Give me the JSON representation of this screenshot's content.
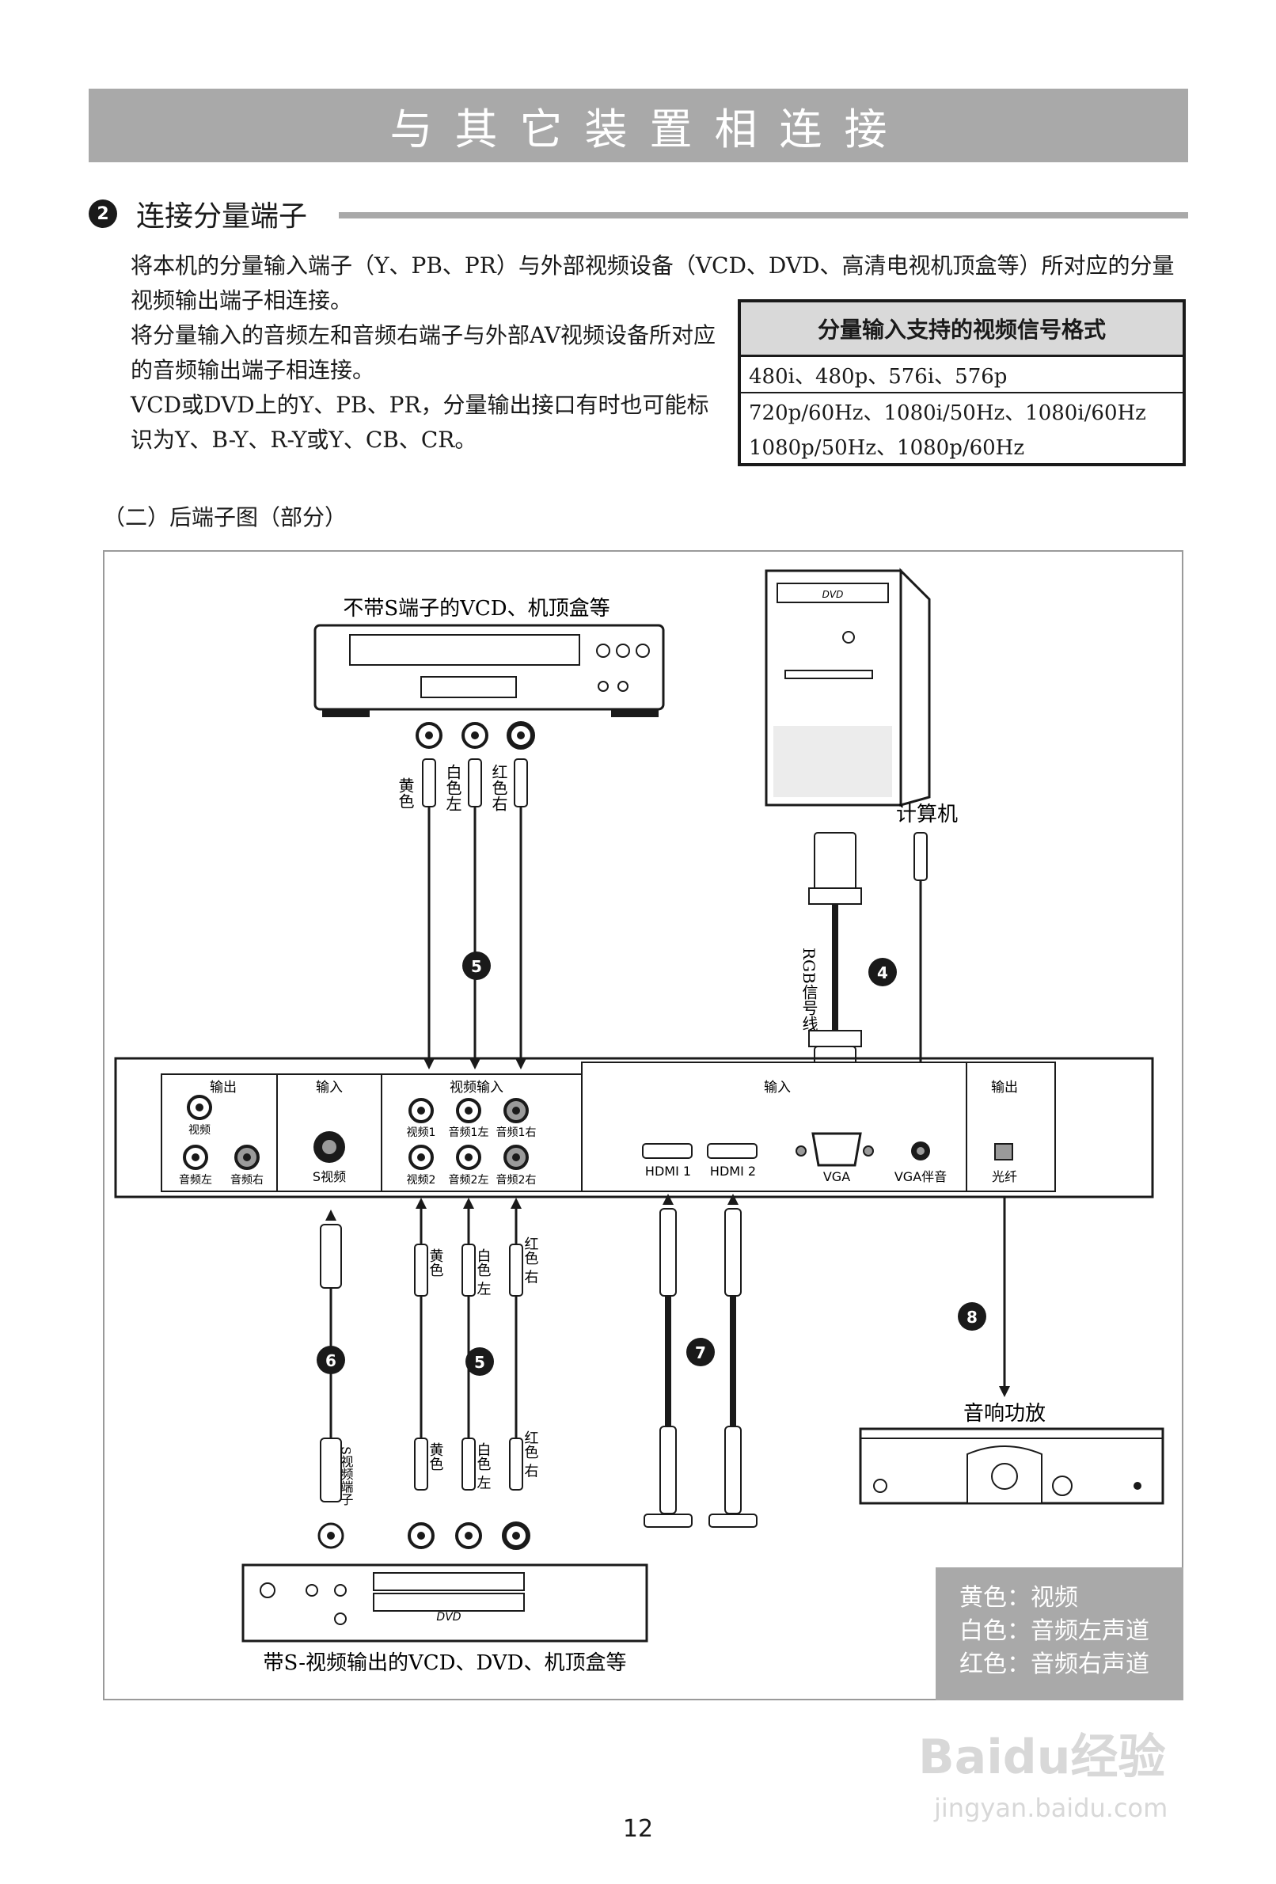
{
  "page": {
    "banner_title": "与其它装置相连接",
    "page_number": "12"
  },
  "section": {
    "number": "2",
    "title": "连接分量端子"
  },
  "paragraphs": [
    "将本机的分量输入端子（Y、PB、PR）与外部视频设备（VCD、DVD、高清电视机顶盒等）所对应的分量视频输出端子相连接。",
    "将分量输入的音频左和音频右端子与外部AV视频设备所对应的音频输出端子相连接。",
    "VCD或DVD上的Y、PB、PR，分量输出接口有时也可能标识为Y、B-Y、R-Y或Y、CB、CR。"
  ],
  "format_table": {
    "title": "分量输入支持的视频信号格式",
    "rows": [
      "480i、480p、576i、576p",
      "720p/60Hz、1080i/50Hz、1080i/60Hz",
      "1080p/50Hz、1080p/60Hz"
    ]
  },
  "diagram": {
    "subheading": "（二）后端子图（部分）",
    "top_device_label": "不带S端子的VCD、机顶盒等",
    "bottom_device_label": "带S-视频输出的VCD、DVD、机顶盒等",
    "computer_label": "计算机",
    "amp_label": "音响功放",
    "rgb_cable_label": "RGB信号线",
    "dvd_logo": "DVD",
    "step_markers": [
      "5",
      "4",
      "6",
      "5",
      "7",
      "8"
    ],
    "top_cable_labels": {
      "yellow": "黄色",
      "white": "白色左",
      "red": "红色右"
    },
    "bottom_cable_labels": {
      "yellow": "黄色",
      "white": "白色 左",
      "red": "红色 右",
      "svideo": "S视频端子"
    },
    "panel_left": {
      "output_group": "输出",
      "input_group": "输入",
      "video_input_group": "视频输入",
      "ports": {
        "video": "视频",
        "audio_l": "音频左",
        "audio_r": "音频右",
        "svideo": "S视频",
        "video1": "视频1",
        "audio1_l": "音频1左",
        "audio1_r": "音频1右",
        "video2": "视频2",
        "audio2_l": "音频2左",
        "audio2_r": "音频2右"
      }
    },
    "panel_right": {
      "input_group": "输入",
      "output_group": "输出",
      "ports": {
        "hdmi1": "HDMI 1",
        "hdmi2": "HDMI 2",
        "vga": "VGA",
        "vga_audio": "VGA伴音",
        "optical": "光纤"
      }
    }
  },
  "legend": [
    "黄色：视频",
    "白色：音频左声道",
    "红色：音频右声道"
  ],
  "watermark": {
    "brand": "Baidu经验",
    "url": "jingyan.baidu.com"
  }
}
